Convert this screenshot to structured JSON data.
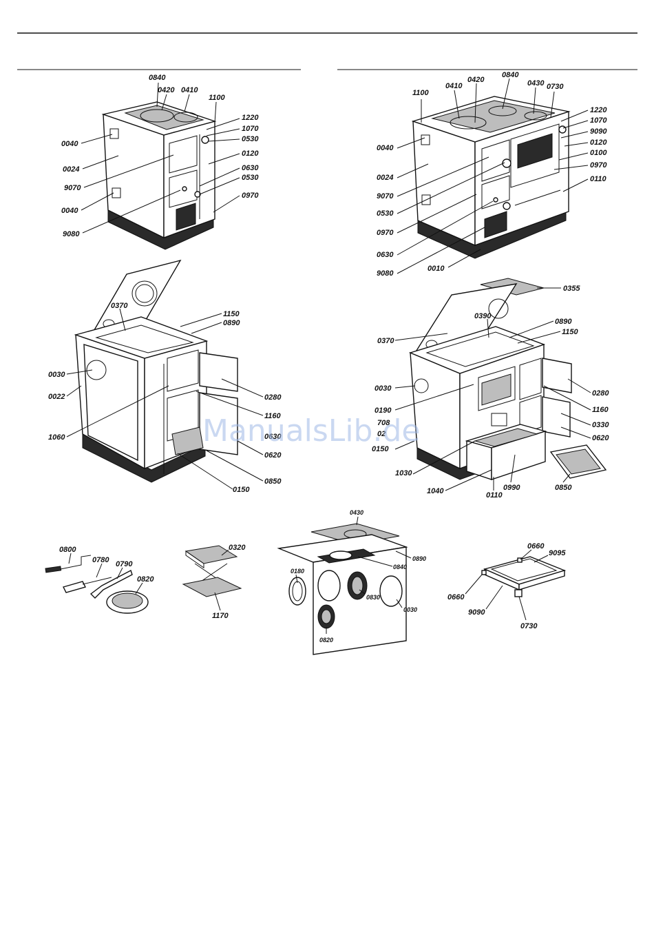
{
  "watermark": "ManualsLib.de",
  "fig1_labels": {
    "l0840": "0840",
    "l0420": "0420",
    "l0410": "0410",
    "l1100": "1100",
    "l1220": "1220",
    "l1070": "1070",
    "l0530a": "0530",
    "l0120": "0120",
    "l0630": "0630",
    "l0530b": "0530",
    "l0970": "0970",
    "l0040a": "0040",
    "l0024": "0024",
    "l9070": "9070",
    "l0040b": "0040",
    "l9080": "9080"
  },
  "fig2_labels": {
    "l1100": "1100",
    "l0410": "0410",
    "l0420": "0420",
    "l0840": "0840",
    "l0430": "0430",
    "l0730": "0730",
    "l1220": "1220",
    "l1070": "1070",
    "l9090": "9090",
    "l0120": "0120",
    "l0100": "0100",
    "l0970a": "0970",
    "l0110": "0110",
    "l0040": "0040",
    "l0024": "0024",
    "l9070": "9070",
    "l0530": "0530",
    "l0970b": "0970",
    "l0630": "0630",
    "l9080": "9080",
    "l0010": "0010"
  },
  "fig3_labels": {
    "l0370": "0370",
    "l1150": "1150",
    "l0890": "0890",
    "l0030": "0030",
    "l0022": "0022",
    "l0280": "0280",
    "l1160": "1160",
    "l0630": "0630",
    "l1060": "1060",
    "l0620": "0620",
    "l0850": "0850",
    "l0150": "0150"
  },
  "fig4_labels": {
    "l0355": "0355",
    "l0390": "0390",
    "l0890": "0890",
    "l1150": "1150",
    "l0370": "0370",
    "l0030": "0030",
    "l0280": "0280",
    "l0190": "0190",
    "l1160": "1160",
    "l708": "708",
    "l0330": "0330",
    "l02": "02",
    "l0620": "0620",
    "l0150": "0150",
    "l1030": "1030",
    "l1040": "1040",
    "l0110": "0110",
    "l0990": "0990",
    "l0850": "0850"
  },
  "fig5_labels": {
    "l0800": "0800",
    "l0780": "0780",
    "l0790": "0790",
    "l0820": "0820"
  },
  "fig6_labels": {
    "l0320": "0320",
    "l1170": "1170"
  },
  "fig7_labels": {
    "l0430": "0430",
    "l0890": "0890",
    "l0180": "0180",
    "l0840": "0840",
    "l0830": "0830",
    "l0030": "0030",
    "l0820": "0820"
  },
  "fig8_labels": {
    "l0660a": "0660",
    "l9095": "9095",
    "l0660b": "0660",
    "l9090": "9090",
    "l0730": "0730"
  }
}
